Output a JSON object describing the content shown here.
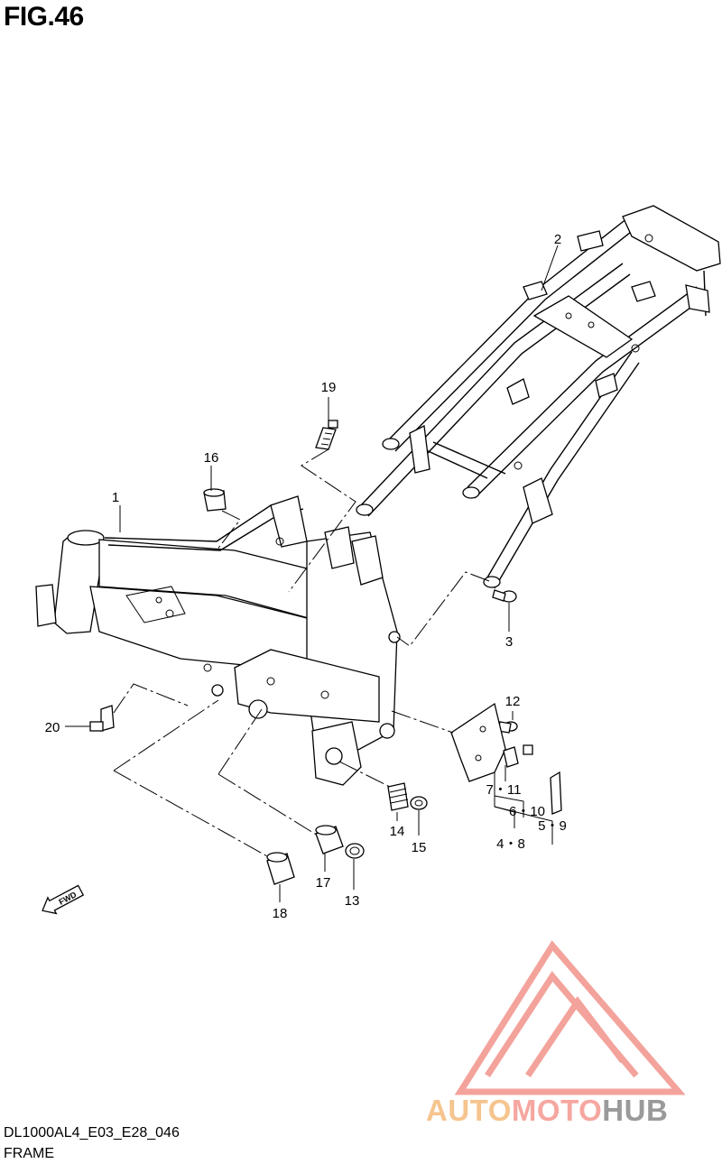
{
  "figure": {
    "title": "FIG.46",
    "code": "DL1000AL4_E03_E28_046",
    "name": "FRAME"
  },
  "callouts": [
    {
      "id": "c1",
      "label": "1"
    },
    {
      "id": "c2",
      "label": "2"
    },
    {
      "id": "c3",
      "label": "3"
    },
    {
      "id": "c4_8",
      "label": "4・8"
    },
    {
      "id": "c5_9",
      "label": "5・9"
    },
    {
      "id": "c6_10",
      "label": "6・10"
    },
    {
      "id": "c7_11",
      "label": "7・11"
    },
    {
      "id": "c12",
      "label": "12"
    },
    {
      "id": "c13",
      "label": "13"
    },
    {
      "id": "c14",
      "label": "14"
    },
    {
      "id": "c15",
      "label": "15"
    },
    {
      "id": "c16",
      "label": "16"
    },
    {
      "id": "c17",
      "label": "17"
    },
    {
      "id": "c18",
      "label": "18"
    },
    {
      "id": "c19",
      "label": "19"
    },
    {
      "id": "c20",
      "label": "20"
    }
  ],
  "fwd_label": "FWD",
  "watermark": {
    "part1": "AUTO",
    "part2": "MOTO",
    "part3": "HUB",
    "colors": {
      "auto": "#f6c48e",
      "moto": "#f6a7a0",
      "hub": "#9a9a9a",
      "triangle": "#f3a39b"
    }
  }
}
